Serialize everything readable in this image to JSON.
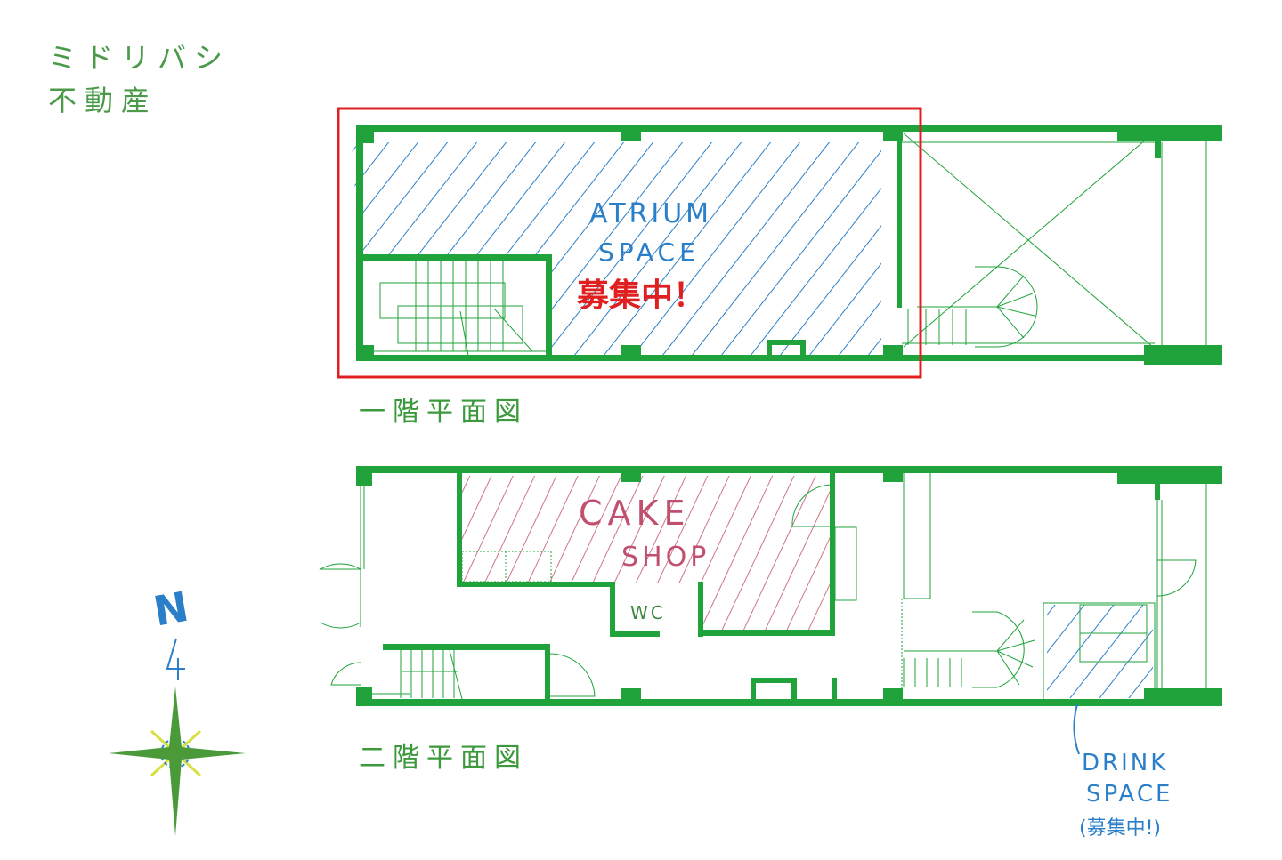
{
  "brand": {
    "line1": "ミドリバシ",
    "line2": "不動産"
  },
  "floor1": {
    "caption": "一階平面図",
    "atrium_line1": "ATRIUM",
    "atrium_line2": "SPACE",
    "recruiting": "募集中！"
  },
  "floor2": {
    "caption": "二階平面図",
    "cake_line1": "CAKE",
    "cake_line2": "SHOP",
    "wc": "WC",
    "drink_line1": "DRINK",
    "drink_line2": "SPACE",
    "drink_line3": "(募集中!)"
  },
  "compass": {
    "north": "N"
  },
  "colors": {
    "wall": "#1fa33a",
    "atrium_hatch": "#2a7fc8",
    "cake_hatch": "#c0506e",
    "highlight": "#e02020",
    "brand": "#4a9a4a"
  }
}
